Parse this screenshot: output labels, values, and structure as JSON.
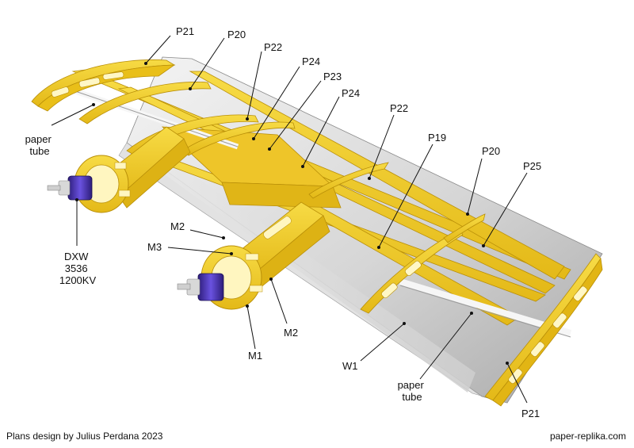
{
  "credit": "Plans design by Julius Perdana 2023",
  "site": "paper-replika.com",
  "labels": {
    "p21_top": "P21",
    "p20_top": "P20",
    "p22_top": "P22",
    "p24_a": "P24",
    "p23": "P23",
    "p24_b": "P24",
    "p22_mid": "P22",
    "p19": "P19",
    "p20_mid": "P20",
    "p25": "P25",
    "paper_tube_left": [
      "paper",
      "tube"
    ],
    "motor": [
      "DXW",
      "3536",
      "1200KV"
    ],
    "m2_top": "M2",
    "m3": "M3",
    "m2_bottom": "M2",
    "m1": "M1",
    "w1": "W1",
    "paper_tube_bottom": [
      "paper",
      "tube"
    ],
    "p21_bottom": "P21"
  },
  "colors": {
    "wood": "#f2cf2a",
    "wood_dark": "#d4a90f",
    "skin_light": "#f1f1f1",
    "skin_mid": "#c9c9c9",
    "skin_dark": "#9c9c9c",
    "motor_purple": "#5a3ec8",
    "motor_dark": "#2d1d7a"
  }
}
